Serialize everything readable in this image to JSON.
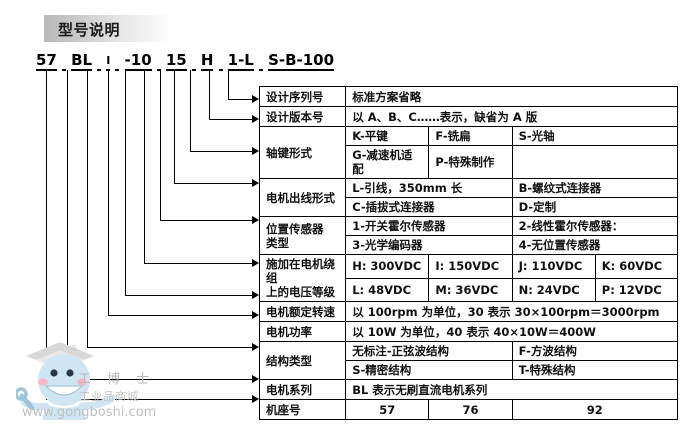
{
  "header": {
    "title": "型号说明"
  },
  "model_code": {
    "segments": [
      {
        "text": "57",
        "style": "bold"
      },
      {
        "text": "BL",
        "style": "bold"
      },
      {
        "text": "I",
        "style": "thin"
      },
      {
        "text": "-10",
        "style": "bold"
      },
      {
        "text": "15",
        "style": "bold"
      },
      {
        "text": "H",
        "style": "bold"
      },
      {
        "text": "1-L",
        "style": "bold"
      },
      {
        "text": "S-B-100",
        "style": "bold"
      }
    ],
    "full_text": "57 BL I -10 15 H 1-L S-B-100"
  },
  "table": {
    "rows": [
      {
        "label": "设计序列号",
        "cells": [
          {
            "text": "标准方案省略",
            "span": 4
          }
        ]
      },
      {
        "label": "设计版本号",
        "cells": [
          {
            "text": "以 A、B、C……表示，缺省为 A 版",
            "span": 4
          }
        ]
      },
      {
        "label": "轴键形式",
        "sublines": [
          [
            {
              "text": "K-平键"
            },
            {
              "text": "F-铣扁"
            },
            {
              "text": "S-光轴"
            }
          ],
          [
            {
              "text": "G-减速机适配"
            },
            {
              "text": "P-特殊制作"
            },
            {
              "text": ""
            }
          ]
        ]
      },
      {
        "label": "电机出线形式",
        "sublines": [
          [
            {
              "text": "L-引线，350mm 长"
            },
            {
              "text": "B-螺纹式连接器"
            }
          ],
          [
            {
              "text": "C-插拔式连接器"
            },
            {
              "text": "D-定制"
            }
          ]
        ]
      },
      {
        "label": "位置传感器\n类型",
        "label_line1": "位置传感器",
        "label_line2": "类型",
        "sublines": [
          [
            {
              "text": "1-开关霍尔传感器"
            },
            {
              "text": "2-线性霍尔传感器："
            }
          ],
          [
            {
              "text": "3-光学编码器"
            },
            {
              "text": "4-无位置传感器"
            }
          ]
        ]
      },
      {
        "label": "施加在电机绕组\n上的电压等级",
        "label_line1": "施加在电机绕组",
        "label_line2": "上的电压等级",
        "sublines": [
          [
            {
              "text": "H: 300VDC"
            },
            {
              "text": "I: 150VDC"
            },
            {
              "text": "J: 110VDC"
            },
            {
              "text": "K: 60VDC"
            }
          ],
          [
            {
              "text": "L: 48VDC"
            },
            {
              "text": "M: 36VDC"
            },
            {
              "text": "N: 24VDC"
            },
            {
              "text": "P: 12VDC"
            }
          ]
        ]
      },
      {
        "label": "电机额定转速",
        "cells": [
          {
            "text": "以 100rpm 为单位，30 表示 30×100rpm＝3000rpm",
            "span": 4
          }
        ]
      },
      {
        "label": "电机功率",
        "cells": [
          {
            "text": "以 10W 为单位，40 表示 40×10W＝400W",
            "span": 4
          }
        ]
      },
      {
        "label": "结构类型",
        "sublines": [
          [
            {
              "text": "无标注-正弦波结构"
            },
            {
              "text": "F-方波结构"
            }
          ],
          [
            {
              "text": "S-精密结构"
            },
            {
              "text": "T-特殊结构"
            }
          ]
        ]
      },
      {
        "label": "电机系列",
        "cells": [
          {
            "text": "BL 表示无刷直流电机系列",
            "span": 4
          }
        ]
      },
      {
        "label": "机座号",
        "cells": [
          {
            "text": "57"
          },
          {
            "text": "76"
          },
          {
            "text": "92"
          }
        ]
      }
    ]
  },
  "watermark": {
    "brand": "工 博 士",
    "subtitle": "工业品商城",
    "url": "www.gongboshi.com",
    "registered_mark": "®",
    "character_color": "#cfe6f2"
  },
  "colors": {
    "line": "#000000",
    "title_text": "#1a1a1a",
    "watermark_text": "#bfbfbf"
  }
}
